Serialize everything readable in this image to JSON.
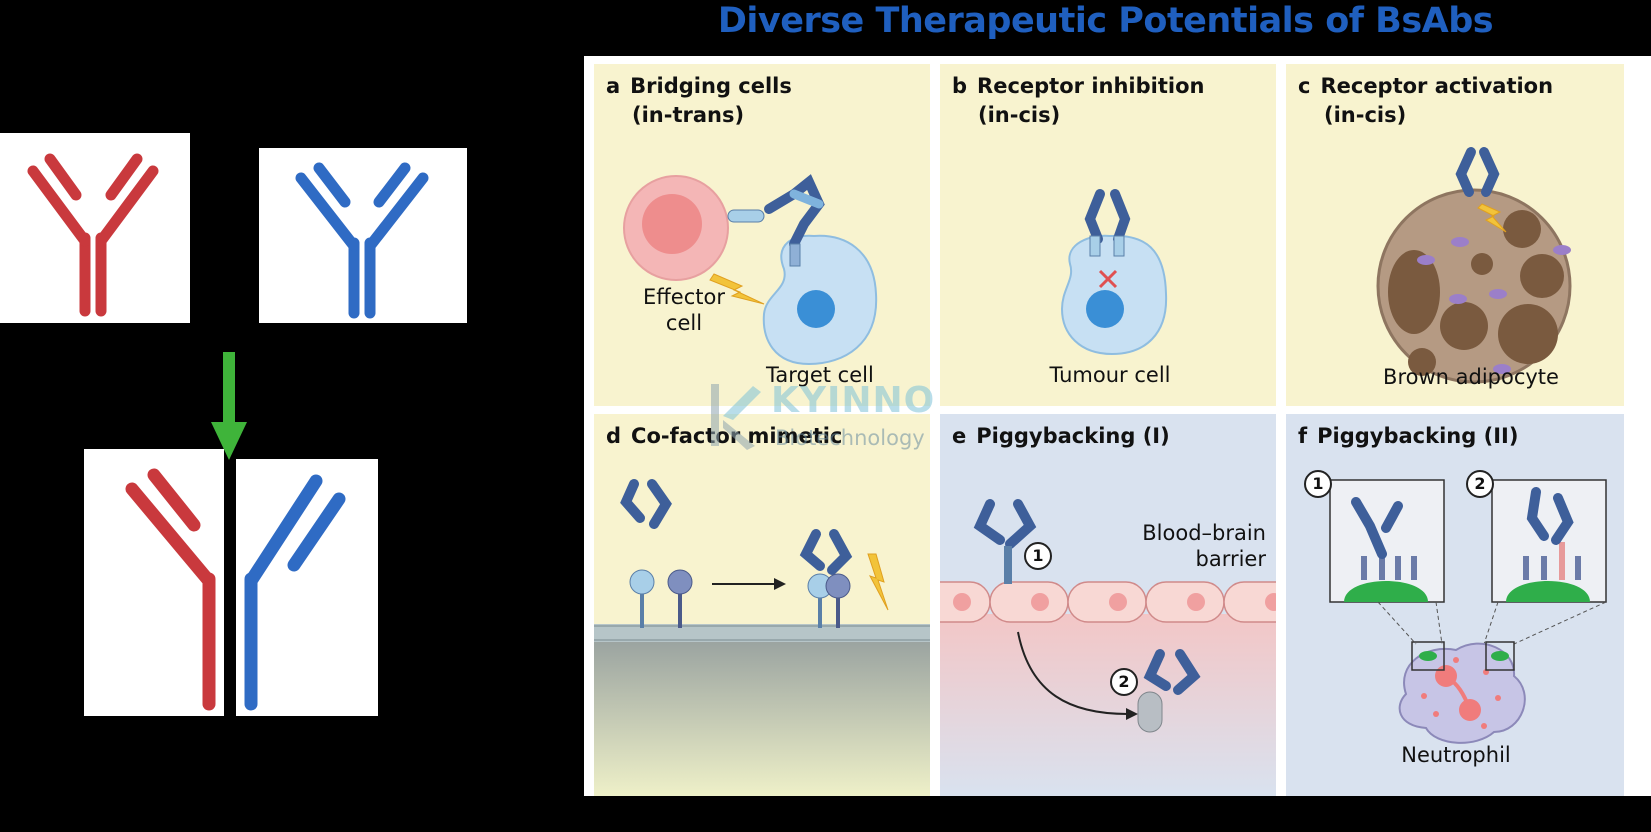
{
  "title": "Diverse Therapeutic Potentials of BsAbs",
  "colors": {
    "background": "#000000",
    "title": "#1f5fbf",
    "antibody_red": "#c9393d",
    "antibody_blue": "#2f6bc4",
    "arrow_green": "#3fb43a",
    "panel_yellow": "#f8f3cf",
    "panel_blue": "#d9e2ef"
  },
  "left_schematic": {
    "antibody_a": "red-antibody-icon",
    "antibody_b": "blue-antibody-icon",
    "arrow": "down-arrow-icon",
    "bispecific": "bispecific-antibody-icon"
  },
  "panels": [
    {
      "letter": "a",
      "title_line1": "Bridging cells",
      "title_line2": "(in-trans)",
      "labels": [
        "Effector",
        "cell",
        "Target cell"
      ]
    },
    {
      "letter": "b",
      "title_line1": "Receptor inhibition",
      "title_line2": "(in-cis)",
      "labels": [
        "Tumour cell"
      ]
    },
    {
      "letter": "c",
      "title_line1": "Receptor activation",
      "title_line2": "(in-cis)",
      "labels": [
        "Brown adipocyte"
      ]
    },
    {
      "letter": "d",
      "title_line1": "Co-factor mimetic",
      "title_line2": "",
      "labels": []
    },
    {
      "letter": "e",
      "title_line1": "Piggybacking (I)",
      "title_line2": "",
      "labels": [
        "Blood–brain",
        "barrier"
      ],
      "markers": [
        "1",
        "2"
      ]
    },
    {
      "letter": "f",
      "title_line1": "Piggybacking (II)",
      "title_line2": "",
      "labels": [
        "Neutrophil"
      ],
      "markers": [
        "1",
        "2"
      ]
    }
  ],
  "watermark": {
    "name": "KYINNO",
    "sub": "Biotechnology"
  }
}
